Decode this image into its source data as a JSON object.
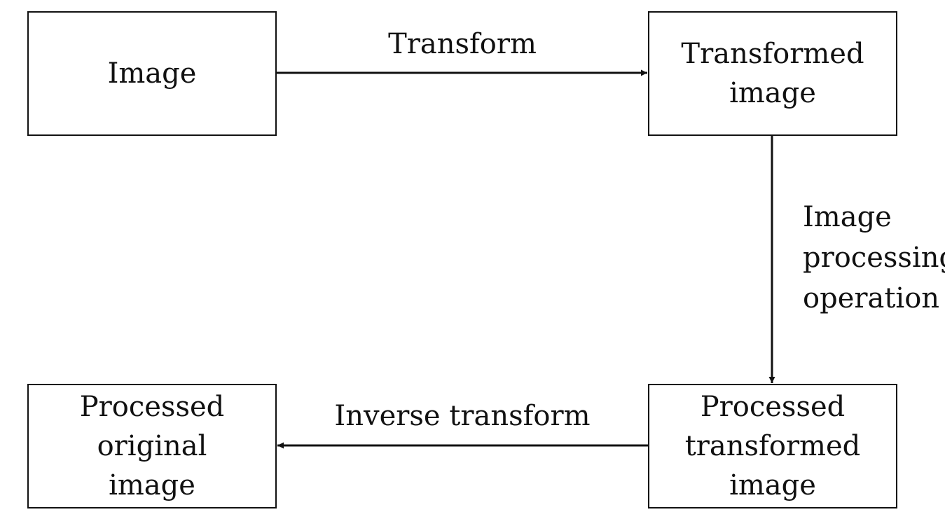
{
  "nodes": {
    "image": {
      "lines": [
        "Image"
      ]
    },
    "transformed": {
      "lines": [
        "Transformed",
        "image"
      ]
    },
    "processed_transformed": {
      "lines": [
        "Processed",
        "transformed",
        "image"
      ]
    },
    "processed_original": {
      "lines": [
        "Processed",
        "original",
        "image"
      ]
    }
  },
  "edges": {
    "transform": {
      "label": "Transform",
      "from": "image",
      "to": "transformed"
    },
    "processing": {
      "label_lines": [
        "Image",
        "processing",
        "operation"
      ],
      "from": "transformed",
      "to": "processed_transformed"
    },
    "inverse": {
      "label": "Inverse transform",
      "from": "processed_transformed",
      "to": "processed_original"
    }
  },
  "colors": {
    "stroke": "#111111",
    "background": "#ffffff"
  }
}
